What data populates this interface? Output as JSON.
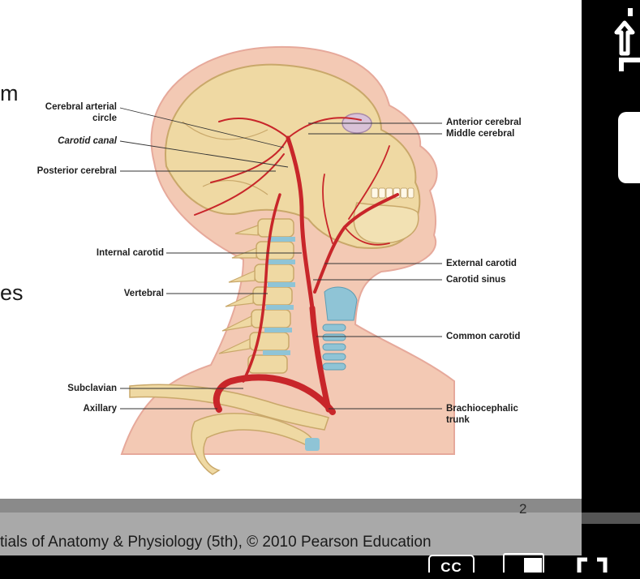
{
  "slide": {
    "partial_text_top": "m",
    "partial_text_mid": "es",
    "page_number": "2",
    "footer_credit": "tials of Anatomy & Physiology (5th), © 2010 Pearson Education"
  },
  "figure_labels": {
    "left": [
      {
        "key": "cerebral_arterial_circle",
        "lines": [
          "Cerebral arterial",
          "circle"
        ],
        "italic": false
      },
      {
        "key": "carotid_canal",
        "lines": [
          "Carotid canal"
        ],
        "italic": true
      },
      {
        "key": "posterior_cerebral",
        "lines": [
          "Posterior cerebral"
        ],
        "italic": false
      },
      {
        "key": "internal_carotid",
        "lines": [
          "Internal carotid"
        ],
        "italic": false
      },
      {
        "key": "vertebral",
        "lines": [
          "Vertebral"
        ],
        "italic": false
      },
      {
        "key": "subclavian",
        "lines": [
          "Subclavian"
        ],
        "italic": false
      },
      {
        "key": "axillary",
        "lines": [
          "Axillary"
        ],
        "italic": false
      }
    ],
    "right": [
      {
        "key": "anterior_cerebral",
        "lines": [
          "Anterior cerebral"
        ]
      },
      {
        "key": "middle_cerebral",
        "lines": [
          "Middle cerebral"
        ]
      },
      {
        "key": "external_carotid",
        "lines": [
          "External carotid"
        ]
      },
      {
        "key": "carotid_sinus",
        "lines": [
          "Carotid sinus"
        ]
      },
      {
        "key": "common_carotid",
        "lines": [
          "Common carotid"
        ]
      },
      {
        "key": "brachiocephalic_trunk",
        "lines": [
          "Brachiocephalic",
          "trunk"
        ]
      }
    ]
  },
  "controls": {
    "cc_label": "CC",
    "icons": [
      "share-icon",
      "theater-mode-icon",
      "fullscreen-icon",
      "closed-captions-icon"
    ]
  },
  "colors": {
    "artery": "#c8262a",
    "bone": "#efd9a3",
    "skin": "#f3c9b4",
    "cartilage": "#8fc4d6",
    "footer_band": "#a9a9a9"
  }
}
